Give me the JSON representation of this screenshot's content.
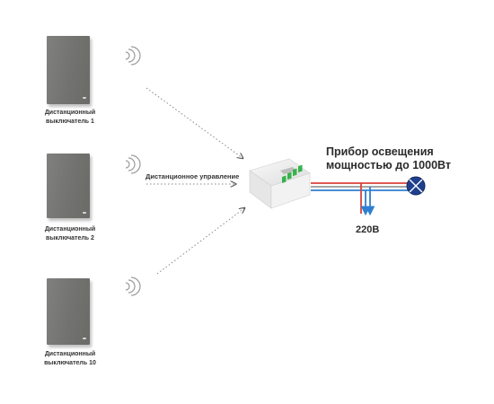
{
  "switches": [
    {
      "caption_line1": "Дистанционный",
      "caption_line2": "выключатель 1"
    },
    {
      "caption_line1": "Дистанционный",
      "caption_line2": "выключатель 2"
    },
    {
      "caption_line1": "Дистанционный",
      "caption_line2": "выключатель 10"
    }
  ],
  "remote_control_label": "Дистанционное управление",
  "device": {
    "title_line1": "Прибор освещения",
    "title_line2": "мощностью до 1000Вт"
  },
  "voltage_label": "220В",
  "colors": {
    "switch_panel": "#767673",
    "dotted_arrow": "#8a8a8a",
    "wire_red": "#d9423c",
    "wire_blue": "#2f7fd0",
    "wire_gray": "#8a8a8a",
    "lamp_fill": "#1f3f8f",
    "relay_terminals": "#37b24d"
  }
}
